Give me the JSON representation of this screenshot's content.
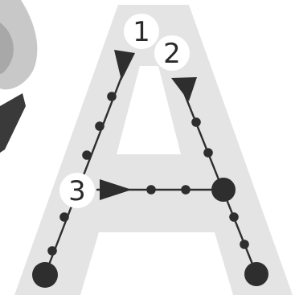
{
  "worksheet": {
    "letter": "A",
    "stroke_numbers": [
      "1",
      "2",
      "3"
    ]
  },
  "colors": {
    "background": "#ffffff",
    "letter_fill": "#e4e4e4",
    "path_ink": "#2e2e2e",
    "side_figure_light": "#c8c8c8",
    "side_figure_mid": "#a8a8a8",
    "side_figure_dark": "#3a3a3a"
  },
  "icons": {
    "start_marker": "filled-circle",
    "direction_marker": "arrow-triangle",
    "step_marker": "small-dot"
  }
}
